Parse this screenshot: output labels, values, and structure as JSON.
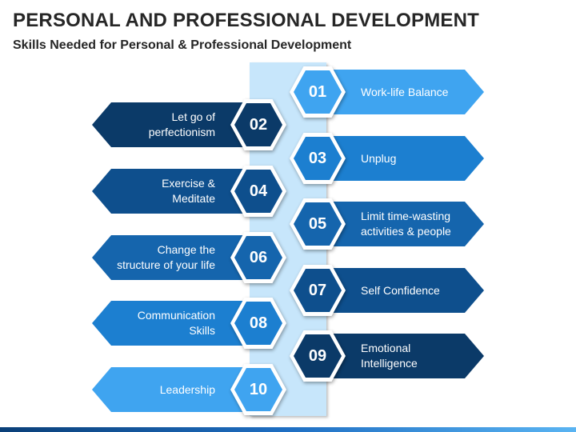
{
  "title": "PERSONAL AND PROFESSIONAL DEVELOPMENT",
  "subtitle": "Skills Needed for Personal & Professional Development",
  "colors": {
    "level1": "#0b3a68",
    "level2": "#0e4f8d",
    "level3": "#1565ad",
    "level4": "#1c7fd0",
    "level5": "#3fa4f0",
    "spine": "#c7e6fb"
  },
  "items": [
    {
      "num": "01",
      "label": "Work-life Balance",
      "side": "right",
      "color": "#3fa4f0"
    },
    {
      "num": "02",
      "label": "Let go of perfectionism",
      "side": "left",
      "color": "#0b3a68"
    },
    {
      "num": "03",
      "label": "Unplug",
      "side": "right",
      "color": "#1c7fd0"
    },
    {
      "num": "04",
      "label": "Exercise & Meditate",
      "side": "left",
      "color": "#0e4f8d"
    },
    {
      "num": "05",
      "label": "Limit time-wasting activities & people",
      "side": "right",
      "color": "#1565ad"
    },
    {
      "num": "06",
      "label": "Change the structure of your life",
      "side": "left",
      "color": "#1565ad"
    },
    {
      "num": "07",
      "label": "Self Confidence",
      "side": "right",
      "color": "#0e4f8d"
    },
    {
      "num": "08",
      "label": "Communication Skills",
      "side": "left",
      "color": "#1c7fd0"
    },
    {
      "num": "09",
      "label": "Emotional Intelligence",
      "side": "right",
      "color": "#0b3a68"
    },
    {
      "num": "10",
      "label": "Leadership",
      "side": "left",
      "color": "#3fa4f0"
    }
  ]
}
